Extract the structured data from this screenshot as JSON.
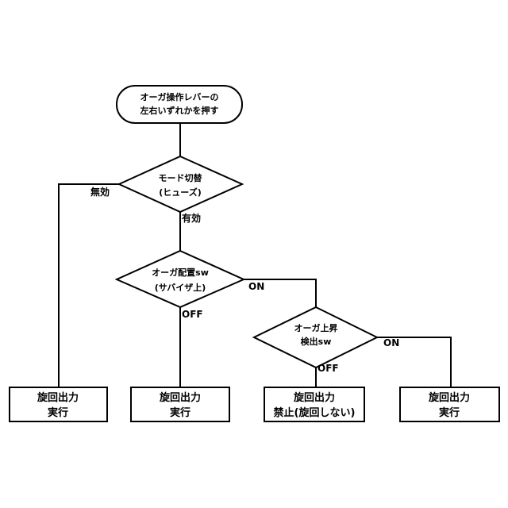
{
  "start": {
    "line1": "オーガ操作レバーの",
    "line2": "左右いずれかを押す"
  },
  "decision_mode": {
    "line1": "モード切替",
    "line2": "(ヒューズ)"
  },
  "decision_auger_pos": {
    "line1": "オーガ配置sw",
    "line2": "(サバイザ上)"
  },
  "decision_auger_lift": {
    "line1": "オーガ上昇",
    "line2": "検出sw"
  },
  "labels": {
    "mode_invalid": "無効",
    "mode_valid": "有効",
    "pos_on": "ON",
    "pos_off": "OFF",
    "lift_on": "ON",
    "lift_off": "OFF"
  },
  "boxes": [
    {
      "line1": "旋回出力",
      "line2": "実行"
    },
    {
      "line1": "旋回出力",
      "line2": "実行"
    },
    {
      "line1": "旋回出力",
      "line2": "禁止(旋回しない)"
    },
    {
      "line1": "旋回出力",
      "line2": "実行"
    }
  ]
}
